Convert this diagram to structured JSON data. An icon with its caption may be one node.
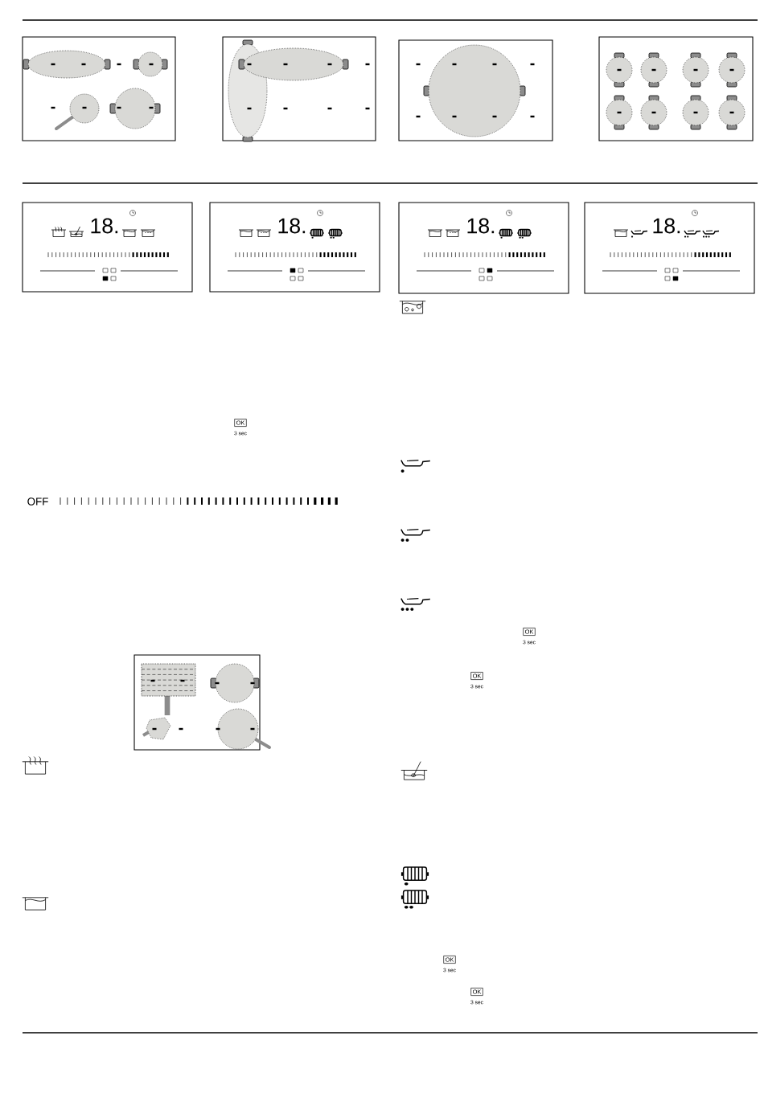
{
  "diagram": {
    "labels": [
      "18.",
      "18.",
      "18.",
      "18.",
      "OK",
      "3 sec",
      "OFF",
      "OK",
      "3 sec",
      "OK",
      "3 sec",
      "OK",
      "3 sec",
      "OK",
      "3 sec"
    ]
  }
}
